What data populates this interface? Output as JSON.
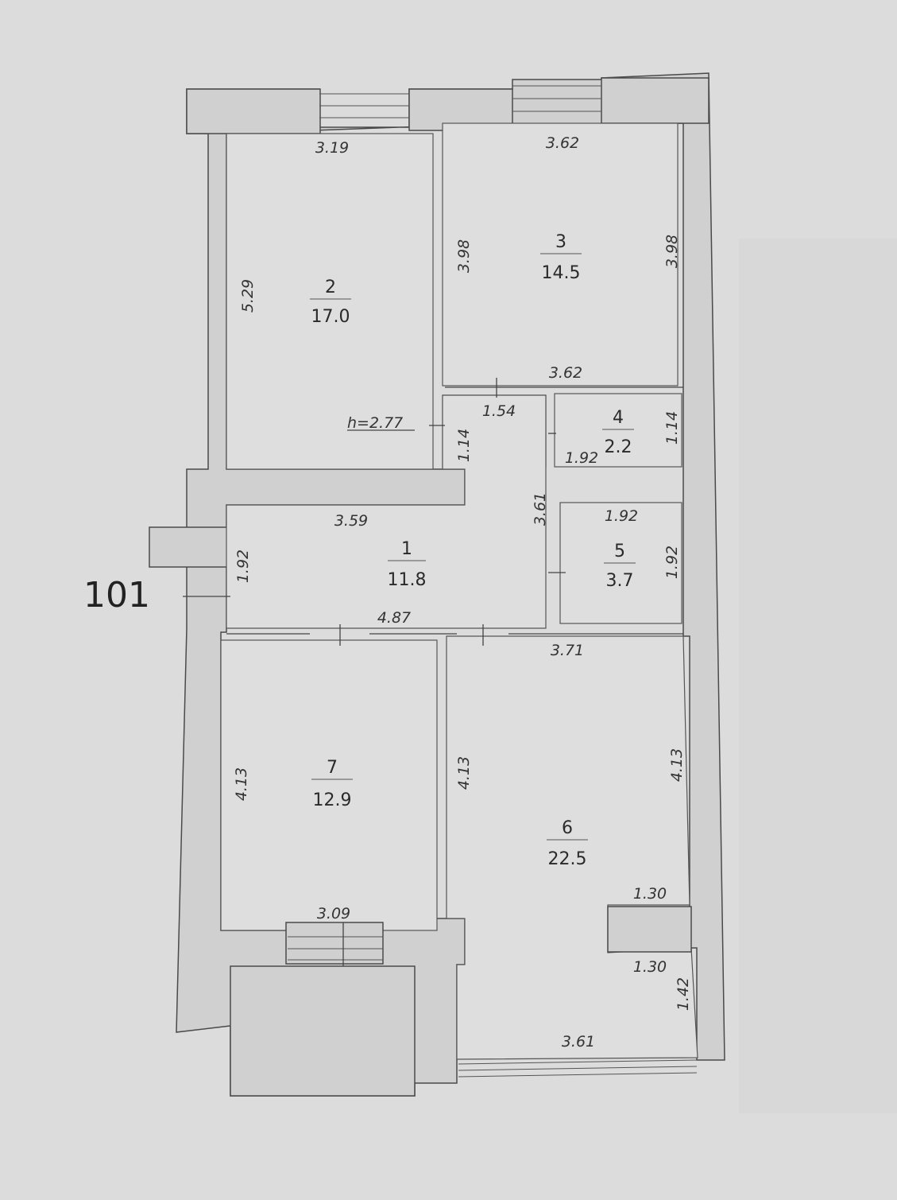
{
  "plan": {
    "apartment_number": "101",
    "ceiling_height": "h=2.77",
    "rooms": [
      {
        "id": "1",
        "number": "1",
        "area": "11.8"
      },
      {
        "id": "2",
        "number": "2",
        "area": "17.0"
      },
      {
        "id": "3",
        "number": "3",
        "area": "14.5"
      },
      {
        "id": "4",
        "number": "4",
        "area": "2.2"
      },
      {
        "id": "5",
        "number": "5",
        "area": "3.7"
      },
      {
        "id": "6",
        "number": "6",
        "area": "22.5"
      },
      {
        "id": "7",
        "number": "7",
        "area": "12.9"
      }
    ],
    "dimensions": {
      "r2_top": "3.19",
      "r2_side": "5.29",
      "r3_top": "3.62",
      "r3_left": "3.98",
      "r3_right": "3.98",
      "r3_bottom": "3.62",
      "corr_top": "1.54",
      "corr_side": "1.14",
      "r4_left": "1.92",
      "r4_right": "1.14",
      "r1_top": "3.59",
      "r1_right": "3.61",
      "r1_left": "1.92",
      "r1_bottom": "4.87",
      "r5_top": "1.92",
      "r5_right": "1.92",
      "r6_top": "3.71",
      "r7_left": "4.13",
      "r7_right": "4.13",
      "r6_right": "4.13",
      "r7_bottom": "3.09",
      "r6_niche_top": "1.30",
      "r6_niche_bottom": "1.30",
      "r6_bottom_side": "1.42",
      "r6_bottom": "3.61"
    }
  }
}
